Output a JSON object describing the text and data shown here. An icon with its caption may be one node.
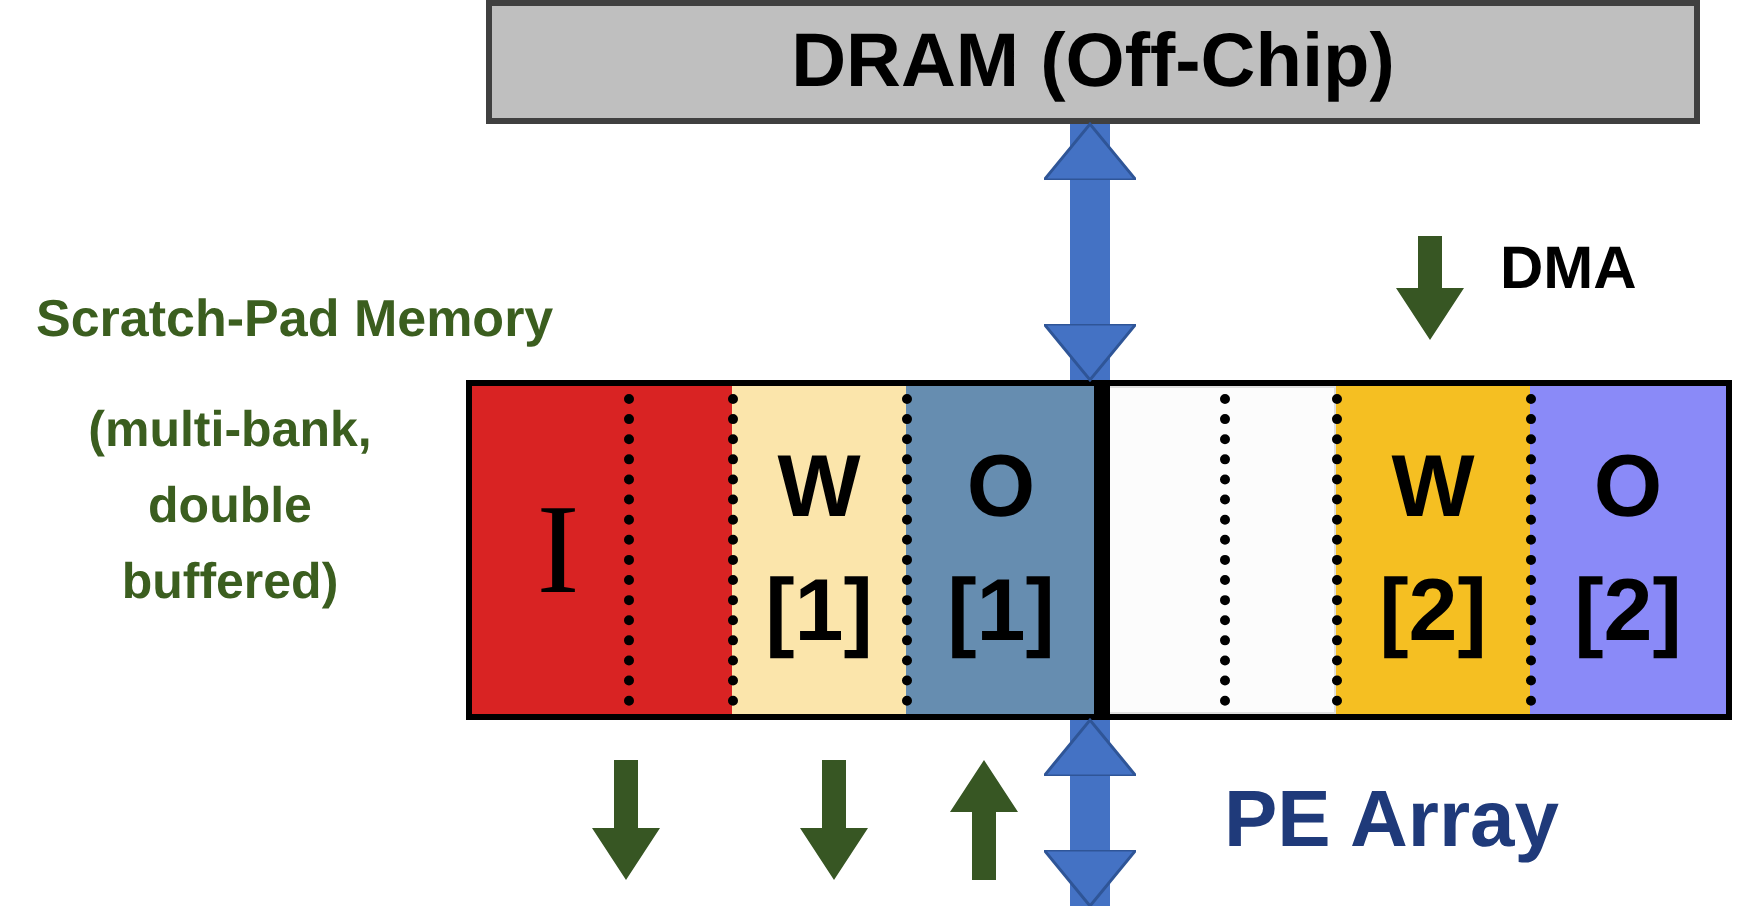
{
  "diagram": {
    "nodes": [
      {
        "text": [
          "DRAM (Off-Chip)"
        ]
      },
      {
        "text": [],
        "shape": "bar"
      },
      {
        "text": [
          "I"
        ],
        "in": 1
      },
      {
        "text": [
          "W",
          "[1]"
        ],
        "in": 1
      },
      {
        "text": [
          "O",
          "[1]"
        ],
        "in": 1
      },
      {
        "text": [],
        "shape": "box",
        "in": 1
      },
      {
        "text": [
          "W",
          "[2]"
        ],
        "in": 1
      },
      {
        "text": [
          "O",
          "[2]"
        ],
        "in": 1
      }
    ],
    "edges": [
      {
        "from": 0,
        "to": 1,
        "arrow": "both"
      },
      {
        "from": 1,
        "to": null,
        "arrow": "both"
      }
    ],
    "labels": [
      "Scratch-Pad Memory",
      "(multi-bank, double buffered)",
      "DMA",
      "PE Array"
    ]
  }
}
